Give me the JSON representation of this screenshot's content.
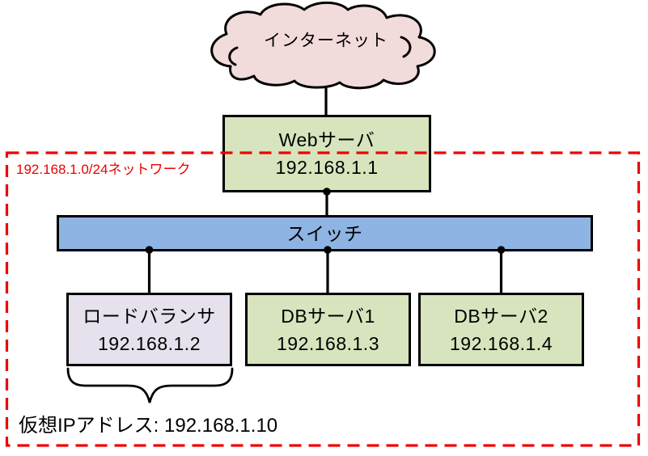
{
  "nodes": {
    "internet": {
      "label": "インターネット"
    },
    "web_server": {
      "name": "Webサーバ",
      "ip": "192.168.1.1"
    },
    "switch": {
      "label": "スイッチ"
    },
    "load_balancer": {
      "name": "ロードバランサ",
      "ip": "192.168.1.2"
    },
    "db_server_1": {
      "name": "DBサーバ1",
      "ip": "192.168.1.3"
    },
    "db_server_2": {
      "name": "DBサーバ2",
      "ip": "192.168.1.4"
    }
  },
  "network": {
    "label": "192.168.1.0/24ネットワーク"
  },
  "virtual_ip": {
    "label": "仮想IPアドレス: 192.168.1.10"
  },
  "colors": {
    "cloud_fill": "#f2dcdb",
    "server_fill": "#d7e4bd",
    "switch_fill": "#8eb4e3",
    "load_balancer_fill": "#e6e1ec",
    "boundary_red": "#ee0000",
    "line_black": "#000000"
  }
}
